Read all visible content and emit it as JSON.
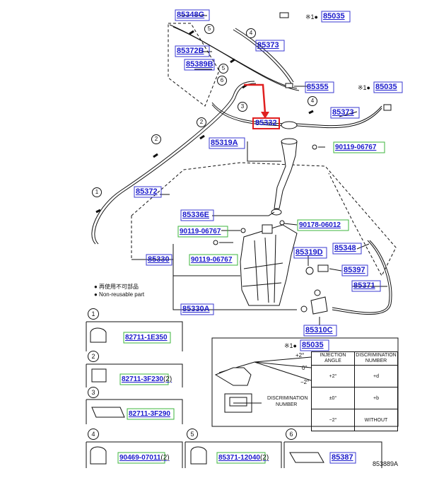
{
  "part_labels": {
    "p85348G": "85348G",
    "p85035_top": "85035",
    "p85372B": "85372B",
    "p85373_top": "85373",
    "p85389B": "85389B",
    "p85355": "85355",
    "p85035_right": "85035",
    "p85332": "85332",
    "p85373_mid": "85373",
    "p85319A": "85319A",
    "p90119_06767_a": "90119-06767",
    "p85372": "85372",
    "p85336E": "85336E",
    "p90178_06012": "90178-06012",
    "p90119_06767_b": "90119-06767",
    "p85330": "85330",
    "p90119_06767_c": "90119-06767",
    "p85319D": "85319D",
    "p85348": "85348",
    "p85397": "85397",
    "p85371": "85371",
    "p85330A": "85330A",
    "p85310C": "85310C",
    "p85035_table": "85035",
    "p82711_1E350": "82711-1E350",
    "p82711_3F230": "82711-3F230",
    "p82711_3F290": "82711-3F290",
    "p90469_07011": "90469-07011",
    "p85371_12040": "85371-12040",
    "p85387": "85387"
  },
  "quantities": {
    "q82711_3F230": "(2)",
    "q90469_07011": "(2)",
    "q85371_12040": "(2)"
  },
  "prefixes": {
    "top": "※1●",
    "right": "※1●",
    "table": "※1●"
  },
  "callouts": [
    "1",
    "2",
    "3",
    "4",
    "5",
    "6"
  ],
  "legend": {
    "line1": "● 再使用不可部品",
    "line2": "● Non-reusable part"
  },
  "angle_table": {
    "headers": [
      "INJECTION ANGLE",
      "DISCRIMINATION NUMBER"
    ],
    "rows": [
      {
        "angle": "+2°",
        "number": "+d"
      },
      {
        "angle": "±0°",
        "number": "+b"
      },
      {
        "angle": "−2°",
        "number": "WITHOUT"
      }
    ]
  },
  "nozzle_detail": {
    "angle_plus": "+2°",
    "angle_zero": "0°",
    "angle_minus": "−2°",
    "discrimination_label_1": "DISCRIMINATION",
    "discrimination_label_2": "NUMBER"
  },
  "reference_code": "853889A",
  "colors": {
    "part_label": "#1a1acc",
    "highlight_box": "#e02020",
    "blue_box": "#3a3ad0",
    "green_box": "#3cb43c",
    "line": "#111111"
  }
}
